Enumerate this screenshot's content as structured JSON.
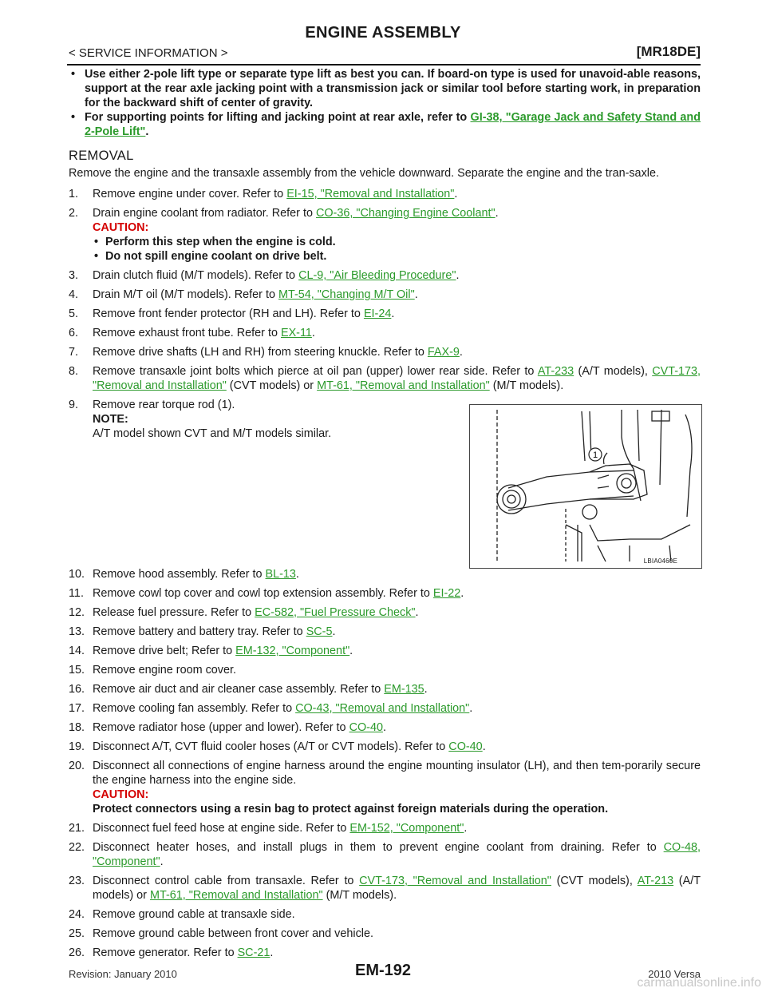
{
  "header": {
    "title": "ENGINE ASSEMBLY",
    "section": "< SERVICE INFORMATION >",
    "model": "[MR18DE]"
  },
  "bullets": [
    {
      "text": "Use either 2-pole lift type or separate type lift as best you can. If board-on type is used for unavoid-able reasons, support at the rear axle jacking point with a transmission jack or similar tool before starting work, in preparation for the backward shift of center of gravity."
    },
    {
      "pre": "For supporting points for lifting and jacking point at rear axle, refer to ",
      "link": "GI-38, \"Garage Jack and Safety Stand and 2-Pole Lift\"",
      "post": "."
    }
  ],
  "removal": {
    "heading": "REMOVAL",
    "intro": "Remove the engine and the transaxle assembly from the vehicle downward. Separate the engine and the tran-saxle."
  },
  "steps": {
    "s1": {
      "num": "1.",
      "pre": "Remove engine under cover. Refer to ",
      "link": "EI-15, \"Removal and Installation\"",
      "post": "."
    },
    "s2": {
      "num": "2.",
      "pre": "Drain engine coolant from radiator. Refer to ",
      "link": "CO-36, \"Changing Engine Coolant\"",
      "post": ".",
      "caution": "CAUTION:",
      "c1": "Perform this step when the engine is cold.",
      "c2": "Do not spill engine coolant on drive belt."
    },
    "s3": {
      "num": "3.",
      "pre": "Drain clutch fluid (M/T models). Refer to ",
      "link": "CL-9, \"Air Bleeding Procedure\"",
      "post": "."
    },
    "s4": {
      "num": "4.",
      "pre": "Drain M/T oil (M/T models). Refer to ",
      "link": "MT-54, \"Changing M/T Oil\"",
      "post": "."
    },
    "s5": {
      "num": "5.",
      "pre": "Remove front fender protector (RH and LH). Refer to ",
      "link": "EI-24",
      "post": "."
    },
    "s6": {
      "num": "6.",
      "pre": "Remove exhaust front tube. Refer to ",
      "link": "EX-11",
      "post": "."
    },
    "s7": {
      "num": "7.",
      "pre": "Remove drive shafts (LH and RH) from steering knuckle. Refer to ",
      "link": "FAX-9",
      "post": "."
    },
    "s8": {
      "num": "8.",
      "pre": "Remove transaxle joint bolts which pierce at oil pan (upper) lower rear side. Refer to ",
      "link1": "AT-233",
      "mid1": " (A/T models), ",
      "link2": "CVT-173, \"Removal and Installation\"",
      "mid2": " (CVT models) or ",
      "link3": "MT-61, \"Removal and Installation\"",
      "post": " (M/T models)."
    },
    "s9": {
      "num": "9.",
      "text": "Remove rear torque rod (1).",
      "note": "NOTE:",
      "note_text": "A/T model shown CVT and M/T models similar."
    },
    "s10": {
      "num": "10.",
      "pre": "Remove hood assembly. Refer to ",
      "link": "BL-13",
      "post": "."
    },
    "s11": {
      "num": "11.",
      "pre": "Remove cowl top cover and cowl top extension assembly. Refer to ",
      "link": "EI-22",
      "post": "."
    },
    "s12": {
      "num": "12.",
      "pre": "Release fuel pressure. Refer to ",
      "link": "EC-582, \"Fuel Pressure Check\"",
      "post": "."
    },
    "s13": {
      "num": "13.",
      "pre": "Remove battery and battery tray. Refer to ",
      "link": "SC-5",
      "post": "."
    },
    "s14": {
      "num": "14.",
      "pre": "Remove drive belt; Refer to ",
      "link": "EM-132, \"Component\"",
      "post": "."
    },
    "s15": {
      "num": "15.",
      "text": "Remove engine room cover."
    },
    "s16": {
      "num": "16.",
      "pre": "Remove air duct and air cleaner case assembly. Refer to ",
      "link": "EM-135",
      "post": "."
    },
    "s17": {
      "num": "17.",
      "pre": "Remove cooling fan assembly. Refer to ",
      "link": "CO-43, \"Removal and Installation\"",
      "post": "."
    },
    "s18": {
      "num": "18.",
      "pre": "Remove radiator hose (upper and lower). Refer to ",
      "link": "CO-40",
      "post": "."
    },
    "s19": {
      "num": "19.",
      "pre": "Disconnect A/T, CVT fluid cooler hoses (A/T or CVT models). Refer to ",
      "link": "CO-40",
      "post": "."
    },
    "s20": {
      "num": "20.",
      "text": "Disconnect all connections of engine harness around the engine mounting insulator (LH), and then tem-porarily secure the engine harness into the engine side.",
      "caution": "CAUTION:",
      "c1": "Protect connectors using a resin bag to protect against foreign materials during the operation."
    },
    "s21": {
      "num": "21.",
      "pre": "Disconnect fuel feed hose at engine side. Refer to ",
      "link": "EM-152, \"Component\"",
      "post": "."
    },
    "s22": {
      "num": "22.",
      "pre": "Disconnect heater hoses, and install plugs in them to prevent engine coolant from draining. Refer to ",
      "link": "CO-48, \"Component\"",
      "post": "."
    },
    "s23": {
      "num": "23.",
      "pre": "Disconnect control cable from transaxle. Refer to ",
      "link1": "CVT-173, \"Removal and Installation\"",
      "mid1": " (CVT models), ",
      "link2": "AT-213",
      "mid2": " (A/T models) or ",
      "link3": "MT-61, \"Removal and Installation\"",
      "post": " (M/T models)."
    },
    "s24": {
      "num": "24.",
      "text": "Remove ground cable at transaxle side."
    },
    "s25": {
      "num": "25.",
      "text": "Remove ground cable between front cover and vehicle."
    },
    "s26": {
      "num": "26.",
      "pre": "Remove generator. Refer to ",
      "link": "SC-21",
      "post": "."
    }
  },
  "figure": {
    "callout": "1",
    "code": "LBIA0460E"
  },
  "footer": {
    "revision": "Revision: January 2010",
    "page": "EM-192",
    "vehicle": "2010 Versa"
  },
  "watermark": "carmanualsonline.info"
}
